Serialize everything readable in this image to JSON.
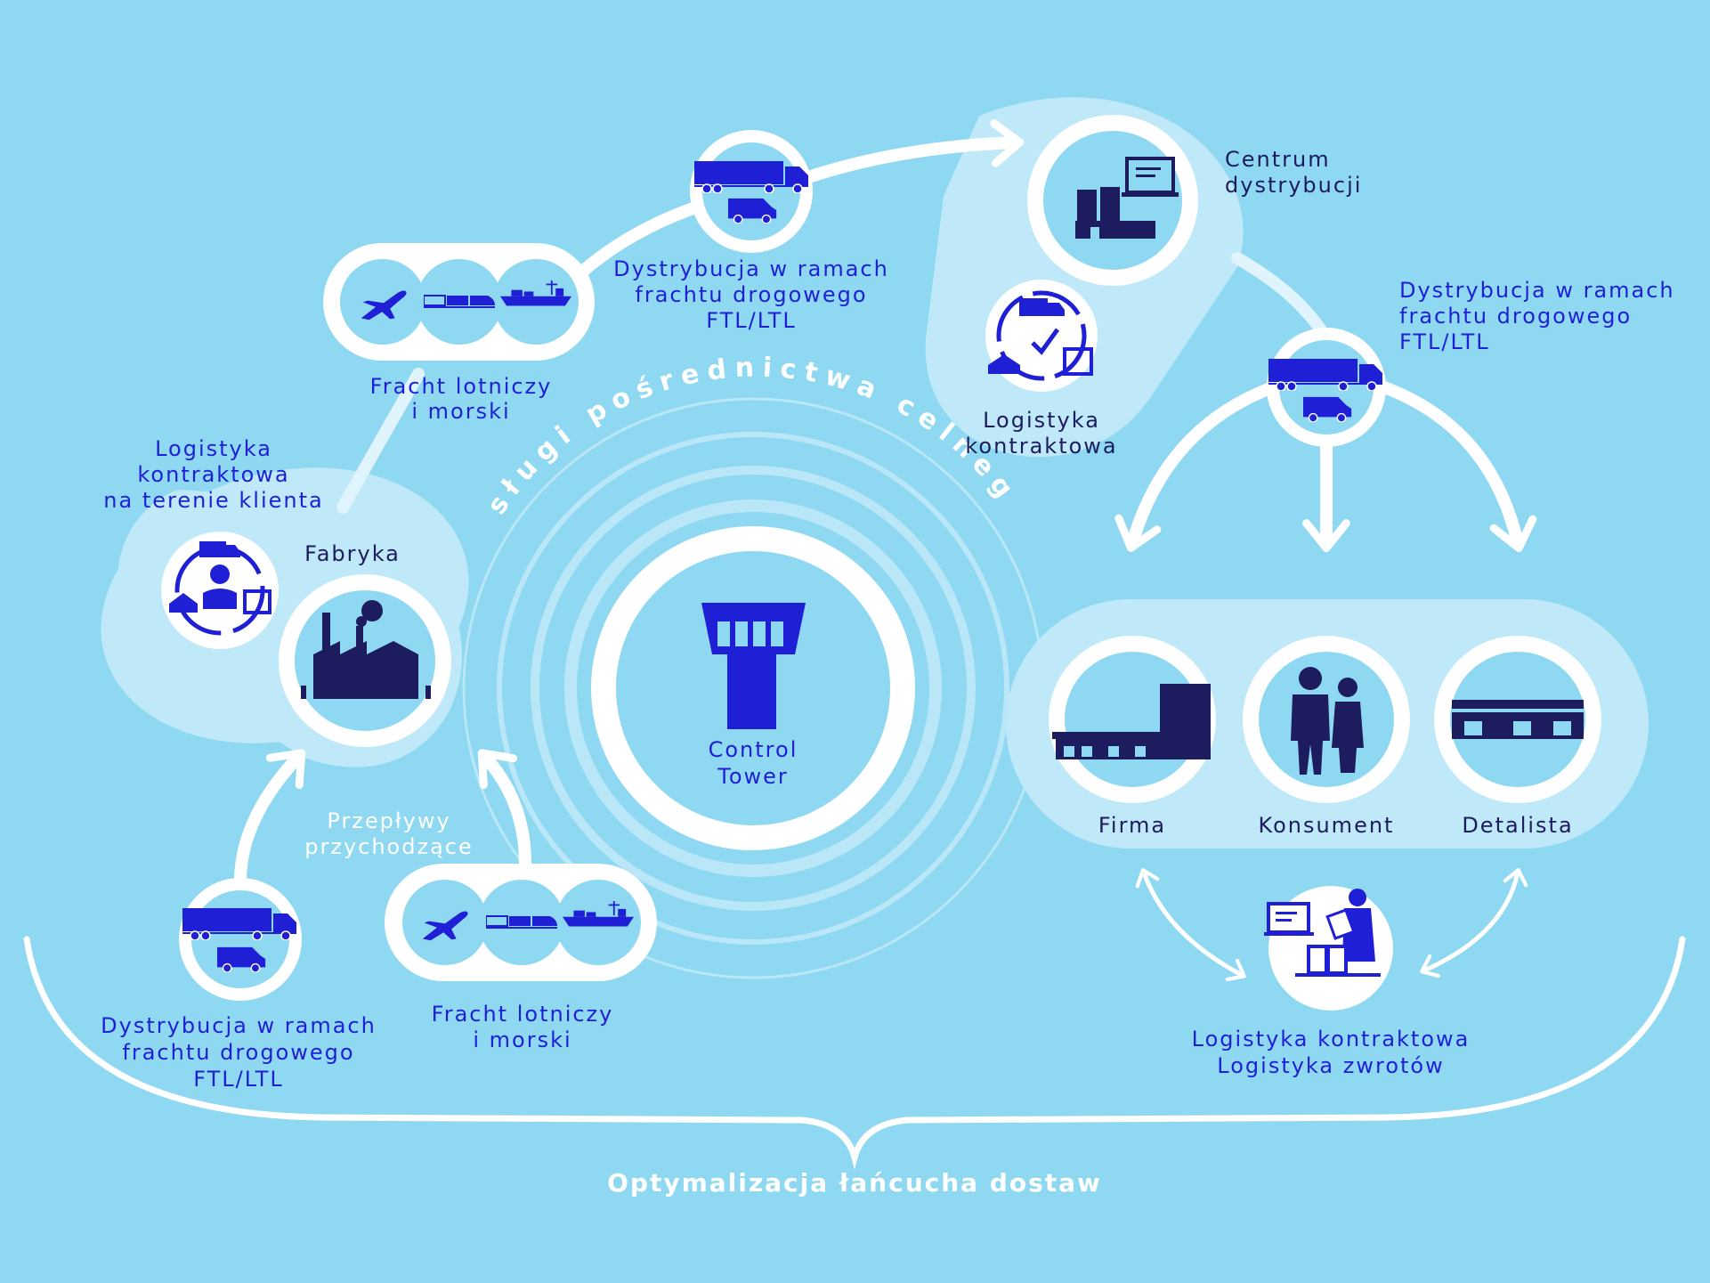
{
  "colors": {
    "background": "#8fd8f2",
    "accent": "#1f1fd6",
    "icon": "#1c1c5e",
    "panel": "#bfe9f8",
    "white": "#ffffff"
  },
  "center": {
    "line1": "Control",
    "line2": "Tower"
  },
  "arc_label": "Usługi pośrednictwa celnego",
  "bottom_title": "Optymalizacja łańcucha dostaw",
  "inbound_flows": {
    "line1": "Przepływy",
    "line2": "przychodzące"
  },
  "nodes": {
    "factory": {
      "label": "Fabryka"
    },
    "onsite_contract": {
      "line1": "Logistyka",
      "line2": "kontraktowa",
      "line3": "na terenie klienta"
    },
    "freight_top": {
      "line1": "Fracht lotniczy",
      "line2": "i morski"
    },
    "road_top": {
      "line1": "Dystrybucja w ramach",
      "line2": "frachtu drogowego",
      "line3": "FTL/LTL"
    },
    "dist_center": {
      "line1": "Centrum",
      "line2": "dystrybucji"
    },
    "contract_right": {
      "line1": "Logistyka",
      "line2": "kontraktowa"
    },
    "road_right": {
      "line1": "Dystrybucja w ramach",
      "line2": "frachtu drogowego",
      "line3": "FTL/LTL"
    },
    "company": {
      "label": "Firma"
    },
    "consumer": {
      "label": "Konsument"
    },
    "retailer": {
      "label": "Detalista"
    },
    "returns": {
      "line1": "Logistyka kontraktowa",
      "line2": "Logistyka zwrotów"
    },
    "road_bottom": {
      "line1": "Dystrybucja w ramach",
      "line2": "frachtu drogowego",
      "line3": "FTL/LTL"
    },
    "freight_bottom": {
      "line1": "Fracht lotniczy",
      "line2": "i morski"
    }
  },
  "icons": [
    "control-tower-icon",
    "factory-icon",
    "truck-icon",
    "van-icon",
    "plane-icon",
    "train-icon",
    "ship-icon",
    "warehouse-icon",
    "worker-icon",
    "store-icon",
    "business-people-icon",
    "computer-icon",
    "clipboard-icon",
    "checkmark-icon"
  ]
}
